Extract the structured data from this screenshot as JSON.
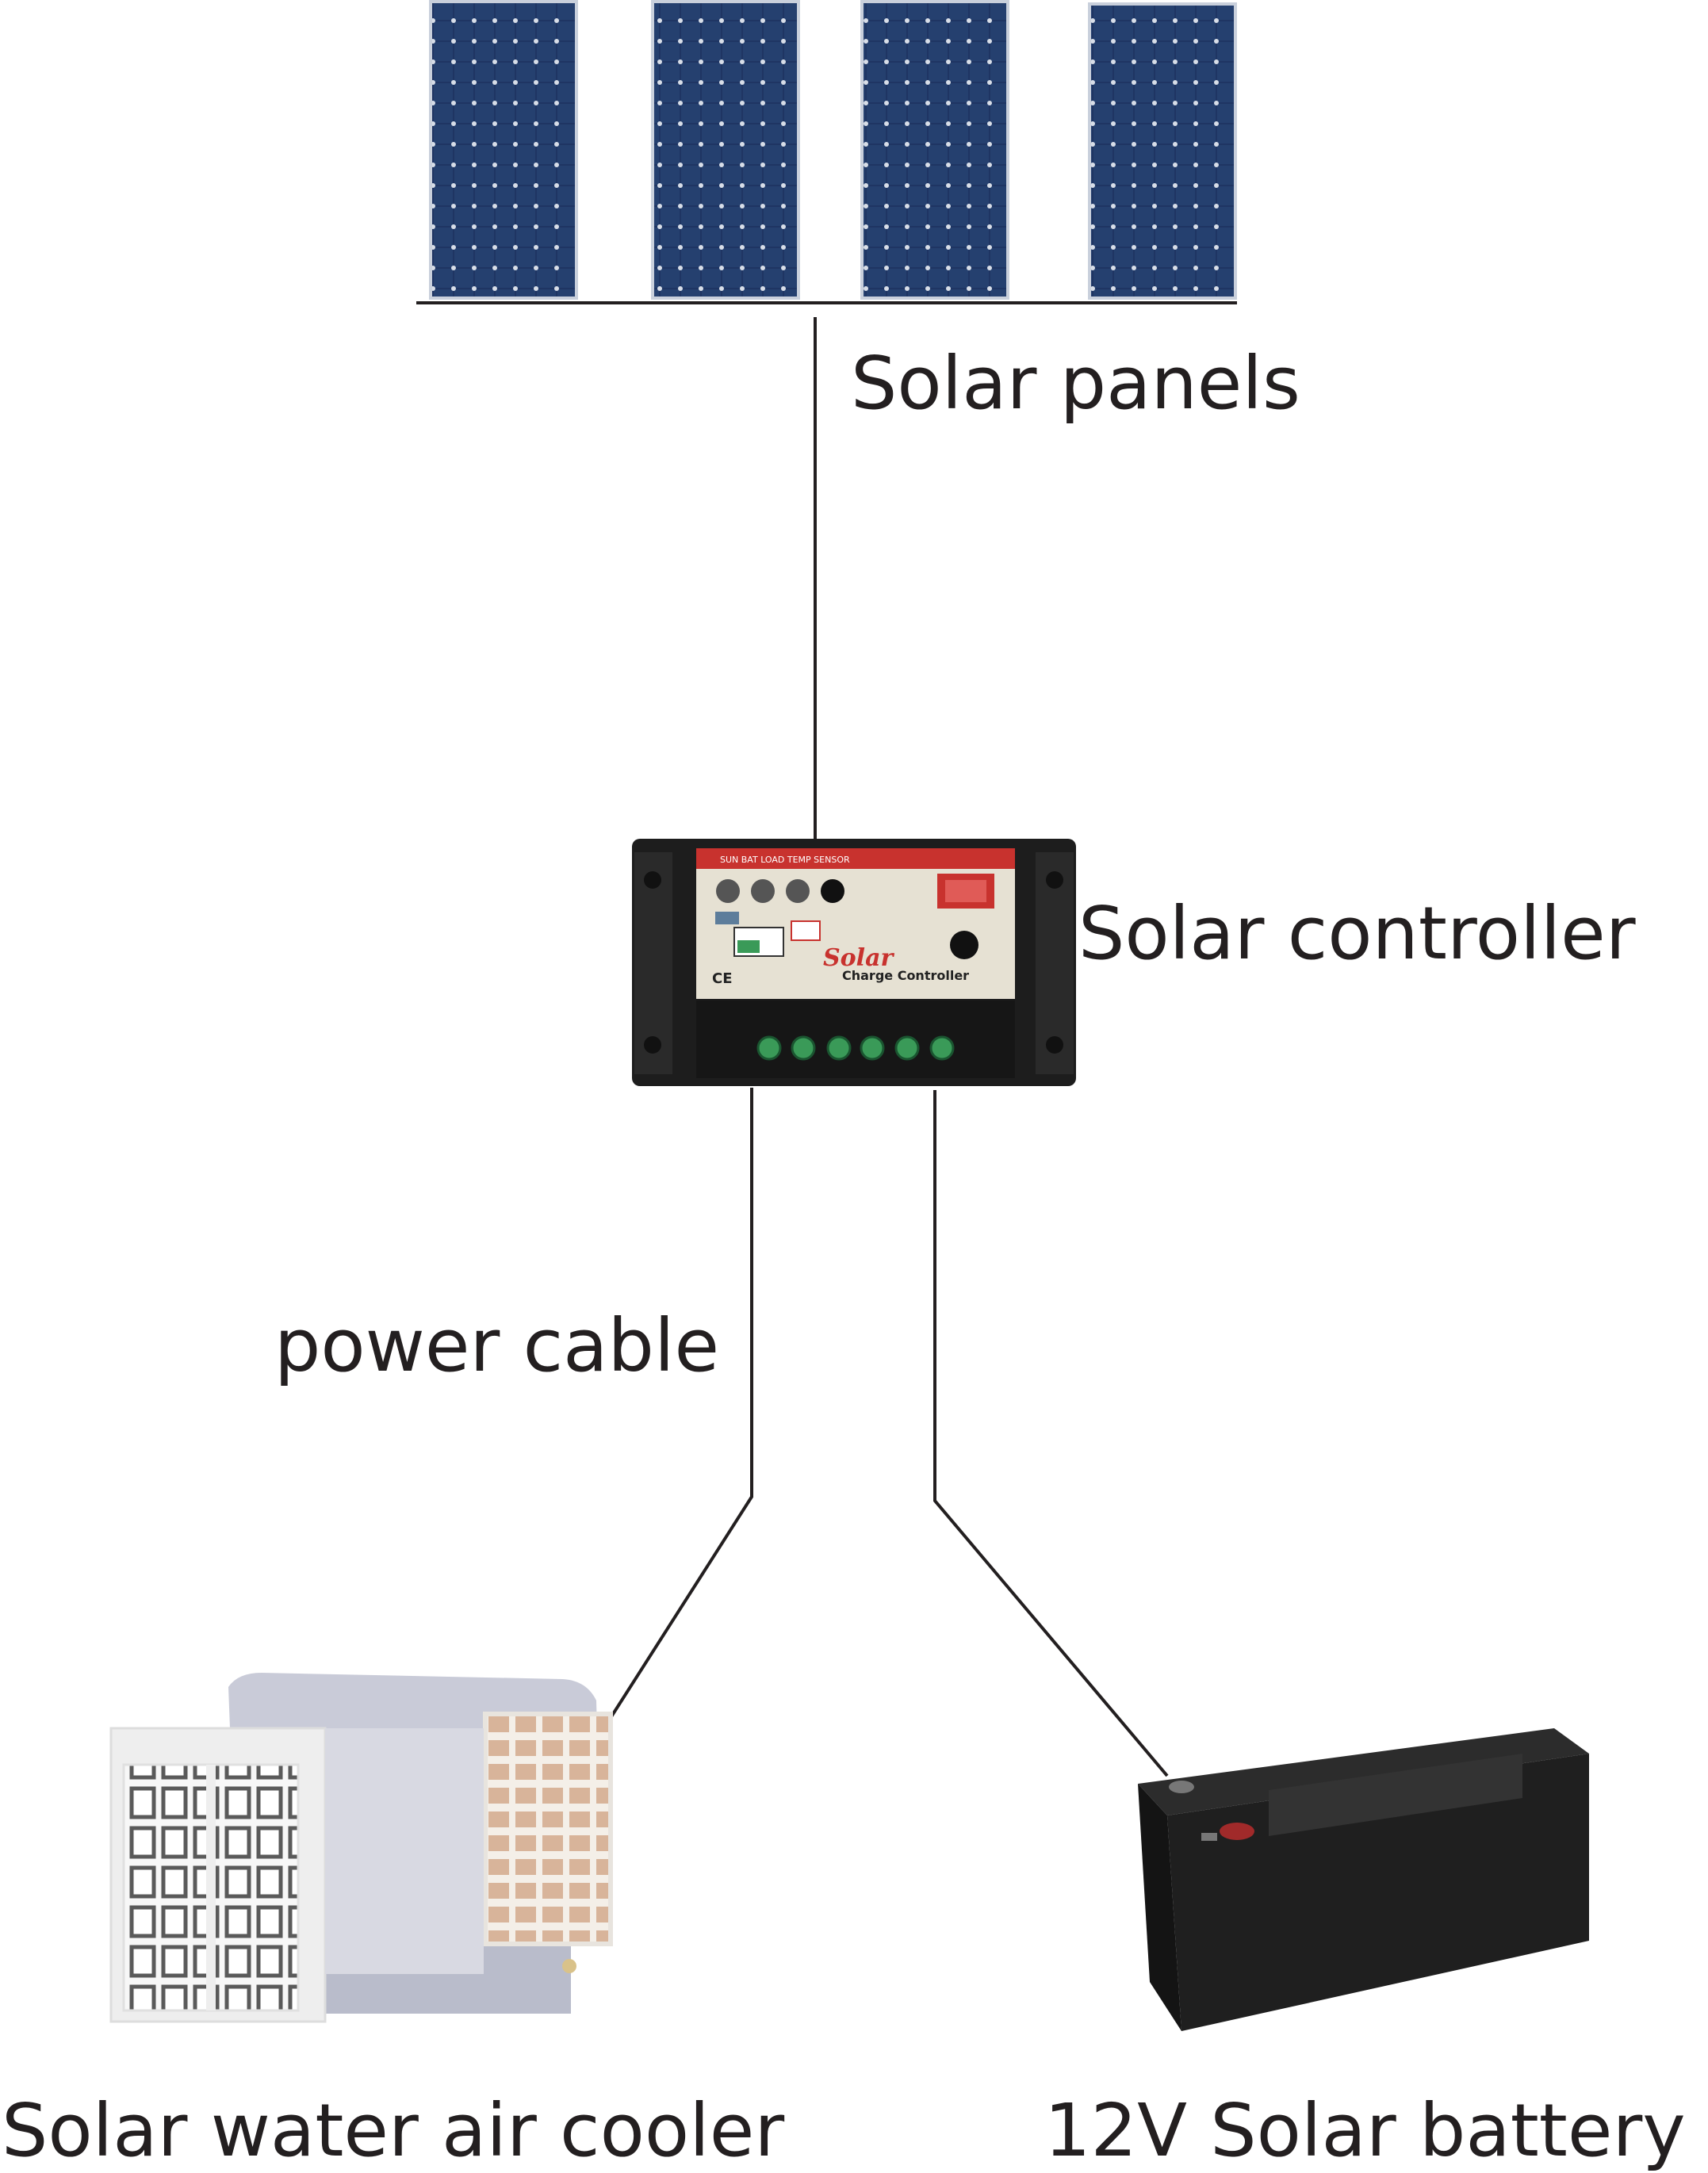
{
  "labels": {
    "panels": "Solar panels",
    "controller": "Solar controller",
    "cable": "power cable",
    "cooler": "Solar water air cooler",
    "battery": "12V Solar battery"
  },
  "controller_device": {
    "indicators": [
      "SUN",
      "BAT",
      "LOAD",
      "TEMP SENSOR"
    ],
    "brand": "Solar",
    "subtitle": "Charge Controller",
    "mark": "CE"
  },
  "colors": {
    "line": "#231f20",
    "panel_blue": "#1f3563",
    "controller_body": "#1d1d1d",
    "controller_face": "#e6e1d3",
    "controller_stripe": "#c8322e",
    "cooler_body": "#c9cbd8",
    "cooler_grille": "#d8b49a",
    "battery_body": "#222222",
    "terminal_green": "#3a9a58"
  }
}
